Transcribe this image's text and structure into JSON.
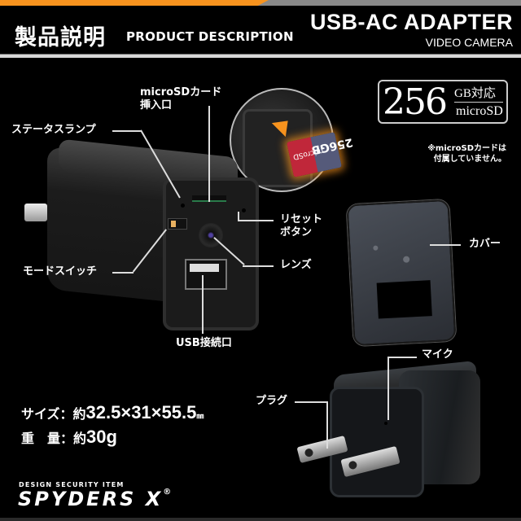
{
  "header": {
    "title_jp": "製品説明",
    "title_en": "PRODUCT DESCRIPTION",
    "product_name": "USB-AC ADAPTER",
    "product_type": "VIDEO CAMERA",
    "accent_color": "#f7931e",
    "stripe_color": "#888888"
  },
  "badge": {
    "capacity": "256",
    "unit": "GB対応",
    "media": "microSD",
    "note_line1": "※microSDカードは",
    "note_line2": "付属していません。"
  },
  "sd_card": {
    "brand": "microSD",
    "capacity": "256GB"
  },
  "callouts": {
    "sd_slot_line1": "microSDカード",
    "sd_slot_line2": "挿入口",
    "status_lamp": "ステータスランプ",
    "reset_line1": "リセット",
    "reset_line2": "ボタン",
    "mode_switch": "モードスイッチ",
    "lens": "レンズ",
    "usb_port": "USB接続口",
    "cover": "カバー",
    "plug": "プラグ",
    "mic": "マイク"
  },
  "specs": {
    "size_label": "サイズ：約",
    "size_value": "32.5×31×55.5",
    "size_unit": "㎜",
    "weight_label": "重　量：約",
    "weight_value": "30g"
  },
  "brand": {
    "tagline": "DESIGN SECURITY ITEM",
    "name": "SPYDERS X",
    "mark": "®"
  }
}
